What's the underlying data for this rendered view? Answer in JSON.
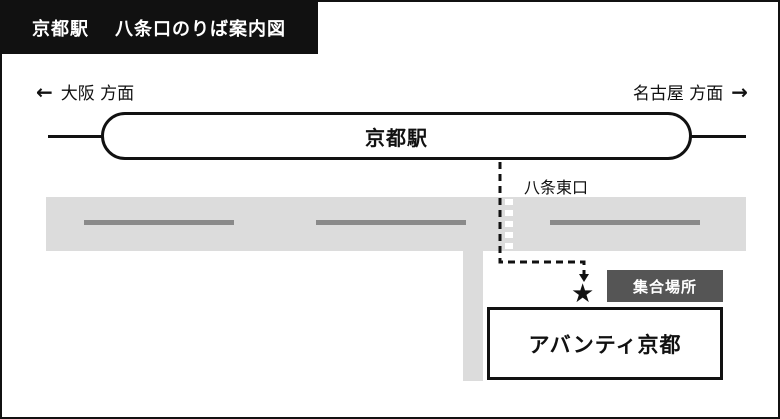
{
  "title": {
    "station": "京都駅",
    "subtitle": "八条口のりば案内図"
  },
  "directions": {
    "left": {
      "arrow": "←",
      "label": "大阪 方面"
    },
    "right": {
      "label": "名古屋 方面",
      "arrow": "→"
    }
  },
  "station": {
    "name": "京都駅"
  },
  "exit": {
    "label": "八条東口"
  },
  "meeting_point": {
    "label": "集合場所",
    "marker": "★"
  },
  "building": {
    "name": "アバンティ京都"
  },
  "colors": {
    "ink": "#111111",
    "road": "#dcdcdc",
    "lane_mark": "#8a8a8a",
    "meeting_badge": "#555555",
    "background": "#ffffff"
  }
}
